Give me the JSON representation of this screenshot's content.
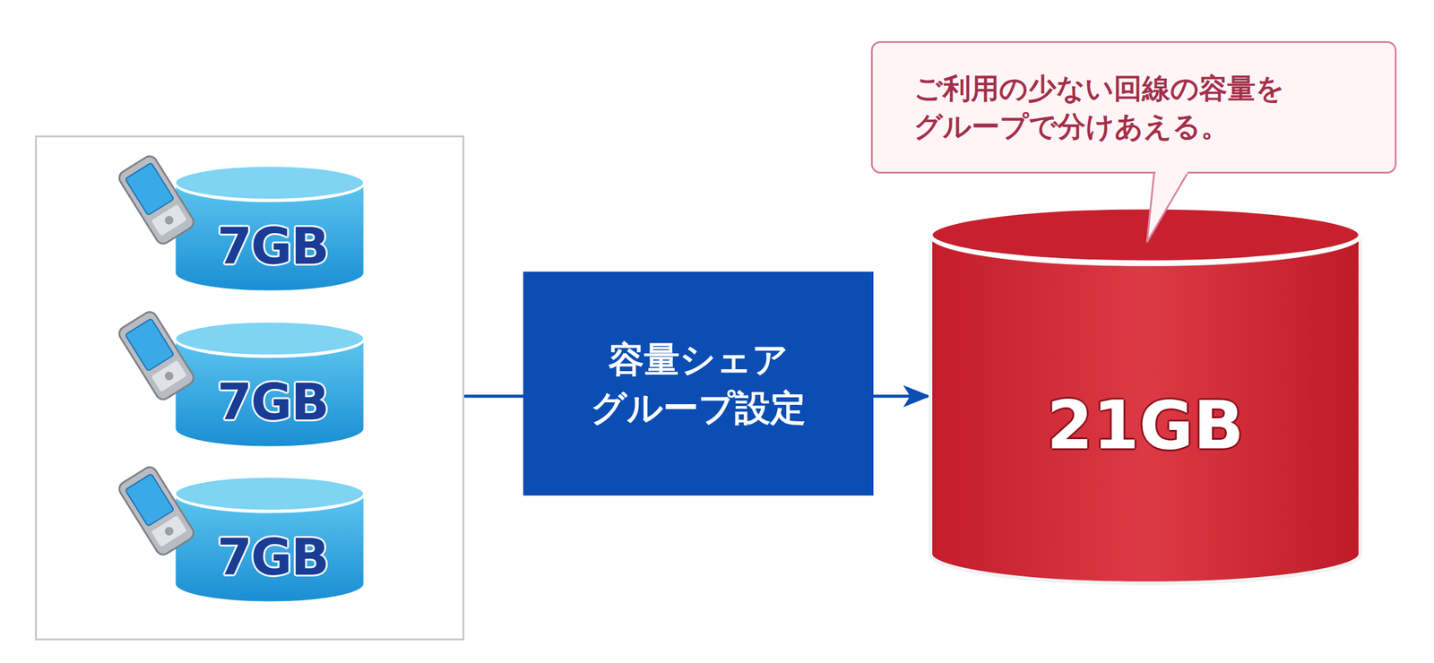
{
  "diagram": {
    "nodes": [
      {
        "text": []
      },
      {
        "text": [
          "7GB"
        ],
        "in": 0
      },
      {
        "text": [
          "7GB"
        ],
        "in": 0
      },
      {
        "text": [
          "7GB"
        ],
        "in": 0
      },
      {
        "text": [
          "容量シェア グループ設定"
        ]
      },
      {
        "text": [
          "21GB"
        ]
      },
      {
        "text": [
          "ご利用の少ない回線の容量を グループで分けあえる。"
        ]
      }
    ],
    "edges": [
      {
        "from": 0,
        "to": 4,
        "arrow": "none"
      },
      {
        "from": 4,
        "to": 5,
        "arrow": "to"
      }
    ]
  }
}
